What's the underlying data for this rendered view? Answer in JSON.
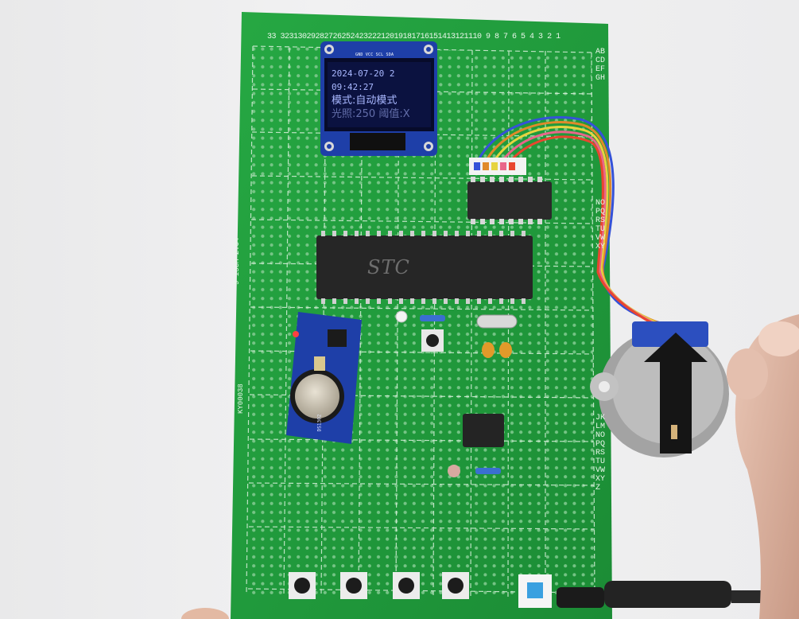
{
  "oled": {
    "header": "GND VCC SCL SDA",
    "line1": "2024-07-20 2",
    "line2": "09:42:27",
    "line3": "模式:自动模式",
    "line4": "光照:250 阈值:X"
  },
  "mcu": {
    "label": "STC"
  },
  "board": {
    "top_numbers": "33 3231302928272625242322212019181716151413121110 9 8 7 6 5 4 3 2 1",
    "right_letters": "ABCDEFGH",
    "side_text_1": "9*15CM-2.54",
    "side_text_2": "KY00038",
    "right_letters_lower": "NOPQRSTUVWXY",
    "right_letters_bottom": "JKLMNOPQRSTUVWXYZ"
  },
  "rtc": {
    "label": "DS1302"
  },
  "colors": {
    "pcb": "#1f9a3a",
    "pcb_dark": "#157a2c",
    "oled_bg": "#0b1240",
    "module_blue": "#1e3fa8",
    "chip": "#2a2a2a"
  }
}
